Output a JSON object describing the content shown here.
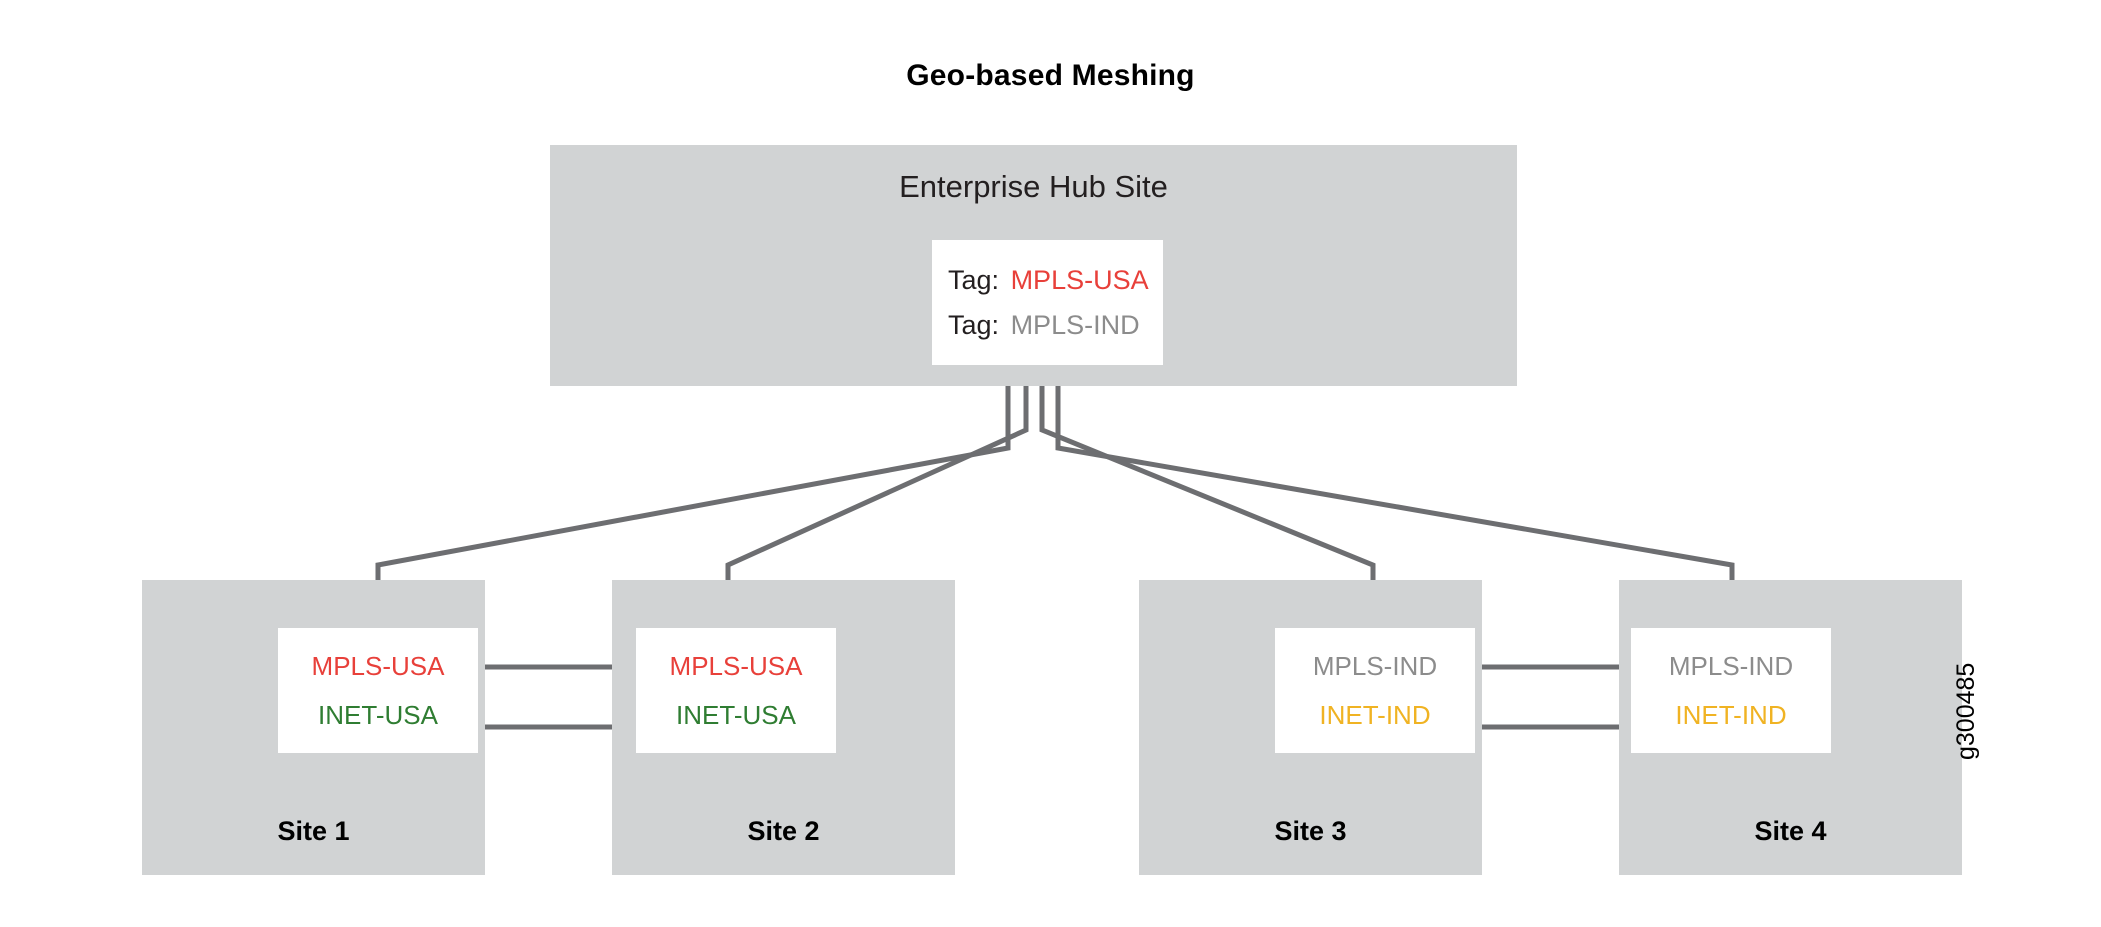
{
  "title": "Geo-based Meshing",
  "watermark": "g300485",
  "colors": {
    "panel_gray": "#d1d3d4",
    "card_white": "#ffffff",
    "line_gray": "#6d6e71",
    "red": "#e8403a",
    "gray_text": "#8c8c8c",
    "green": "#2f7d32",
    "amber": "#f0b323",
    "text_dark": "#231f20"
  },
  "hub": {
    "title": "Enterprise Hub Site",
    "tags": [
      {
        "label": "Tag:",
        "value": "MPLS-USA",
        "color_key": "red"
      },
      {
        "label": "Tag:",
        "value": "MPLS-IND",
        "color_key": "gray"
      }
    ]
  },
  "sites": [
    {
      "name": "Site 1",
      "links": [
        {
          "value": "MPLS-USA",
          "color_key": "red"
        },
        {
          "value": "INET-USA",
          "color_key": "green"
        }
      ]
    },
    {
      "name": "Site 2",
      "links": [
        {
          "value": "MPLS-USA",
          "color_key": "red"
        },
        {
          "value": "INET-USA",
          "color_key": "green"
        }
      ]
    },
    {
      "name": "Site 3",
      "links": [
        {
          "value": "MPLS-IND",
          "color_key": "gray"
        },
        {
          "value": "INET-IND",
          "color_key": "amber"
        }
      ]
    },
    {
      "name": "Site 4",
      "links": [
        {
          "value": "MPLS-IND",
          "color_key": "gray"
        },
        {
          "value": "INET-IND",
          "color_key": "amber"
        }
      ]
    }
  ],
  "connections": {
    "hub_to_sites": [
      {
        "from": "Enterprise Hub Site",
        "to": "Site 1"
      },
      {
        "from": "Enterprise Hub Site",
        "to": "Site 2"
      },
      {
        "from": "Enterprise Hub Site",
        "to": "Site 3"
      },
      {
        "from": "Enterprise Hub Site",
        "to": "Site 4"
      }
    ],
    "site_to_site": [
      {
        "from": "Site 1",
        "to": "Site 2",
        "overlay": "MPLS-USA"
      },
      {
        "from": "Site 1",
        "to": "Site 2",
        "overlay": "INET-USA"
      },
      {
        "from": "Site 3",
        "to": "Site 4",
        "overlay": "MPLS-IND"
      },
      {
        "from": "Site 3",
        "to": "Site 4",
        "overlay": "INET-IND"
      }
    ]
  }
}
